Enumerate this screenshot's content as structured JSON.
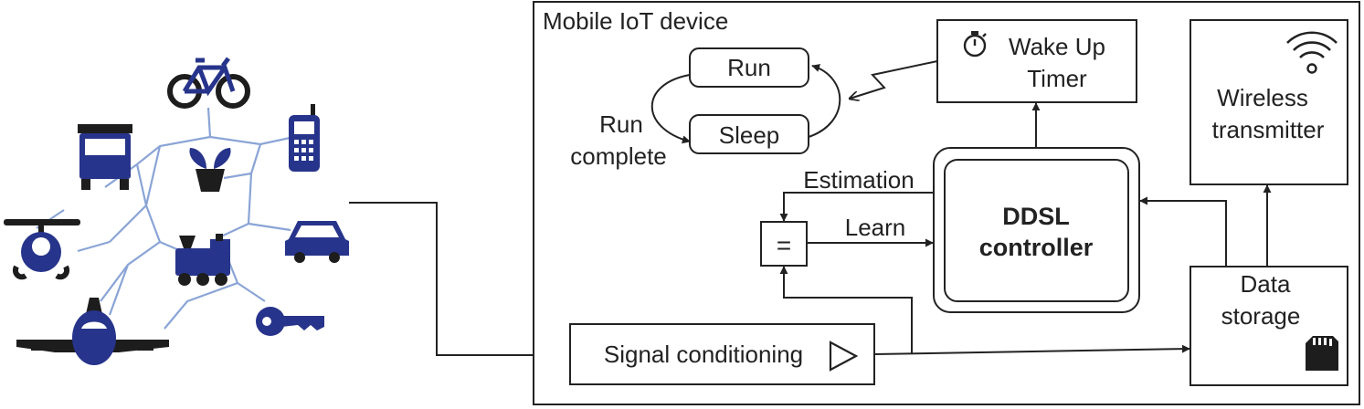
{
  "device": {
    "title": "Mobile IoT device"
  },
  "states": {
    "run": "Run",
    "sleep": "Sleep",
    "transition": [
      "Run",
      "complete"
    ]
  },
  "timer": {
    "lines": [
      "Wake Up",
      "Timer"
    ],
    "icon": "stopwatch-icon"
  },
  "wireless": {
    "lines": [
      "Wireless",
      "transmitter"
    ],
    "icon": "wifi-icon"
  },
  "controller": {
    "lines": [
      "DDSL",
      "controller"
    ]
  },
  "comparator": {
    "symbol": "="
  },
  "signals": {
    "estimation": "Estimation",
    "learn": "Learn"
  },
  "storage": {
    "lines": [
      "Data",
      "storage"
    ],
    "icon": "sd-card-icon"
  },
  "conditioning": {
    "label": "Signal conditioning"
  },
  "things": {
    "icons": [
      "bicycle-icon",
      "truck-icon",
      "phone-icon",
      "helicopter-icon",
      "plant-icon",
      "train-icon",
      "car-icon",
      "airplane-icon",
      "key-icon"
    ],
    "colors": {
      "icon": "#27348b",
      "network": "#8aa4d6"
    }
  }
}
